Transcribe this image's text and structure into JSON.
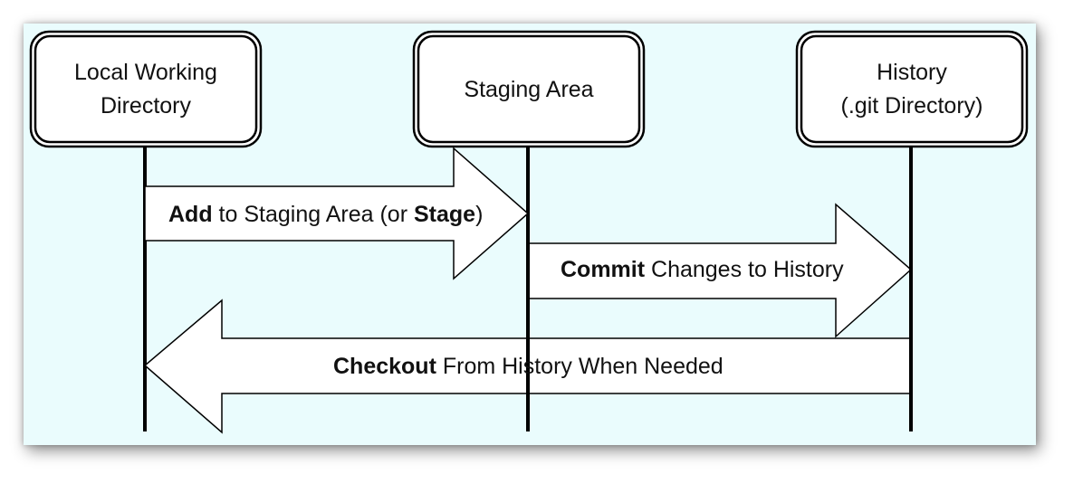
{
  "colors": {
    "background": "#eafcfd",
    "stroke": "#000000",
    "box_fill": "#ffffff",
    "arrow_fill": "#ffffff"
  },
  "participants": [
    {
      "line1": "Local Working",
      "line2": "Directory"
    },
    {
      "line1": "Staging Area",
      "line2": ""
    },
    {
      "line1": "History",
      "line2": "(.git Directory)"
    }
  ],
  "arrows": {
    "add": {
      "bold1": "Add",
      "text1": " to Staging Area (or ",
      "bold2": "Stage",
      "text2": ")"
    },
    "commit": {
      "bold1": "Commit",
      "text1": " Changes to History"
    },
    "checkout": {
      "bold1": "Checkout",
      "text1": " From History When Needed"
    }
  }
}
